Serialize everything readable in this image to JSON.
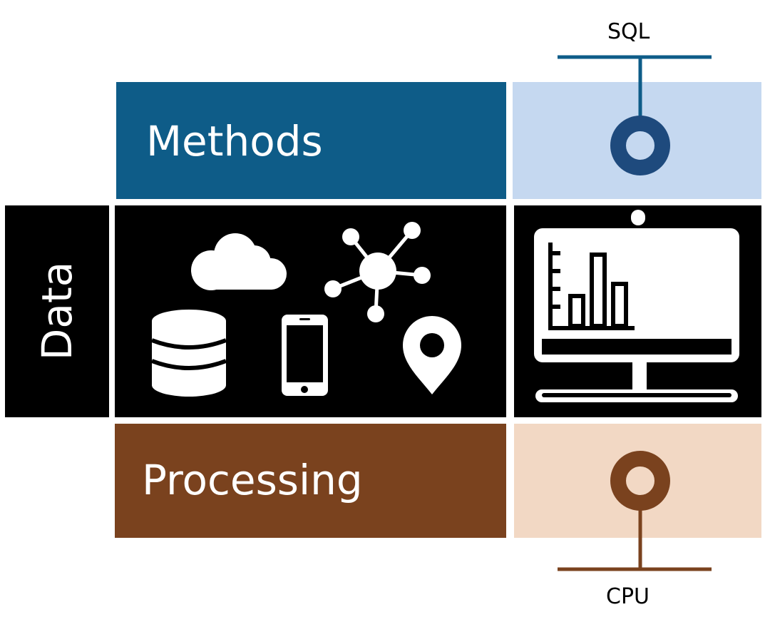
{
  "diagram": {
    "methods": {
      "label": "Methods",
      "color": "#0e5c88"
    },
    "data": {
      "label": "Data",
      "color": "#000000"
    },
    "processing": {
      "label": "Processing",
      "color": "#7a421e"
    },
    "methods_accent": {
      "color": "#c5d8f0",
      "connector_color": "#1e4a7d",
      "connector_label": "SQL"
    },
    "processing_accent": {
      "color": "#f2d8c4",
      "connector_color": "#7a421e",
      "connector_label": "CPU"
    },
    "icons": [
      "cloud-icon",
      "network-icon",
      "database-icon",
      "smartphone-icon",
      "location-pin-icon",
      "monitor-chart-icon"
    ]
  }
}
